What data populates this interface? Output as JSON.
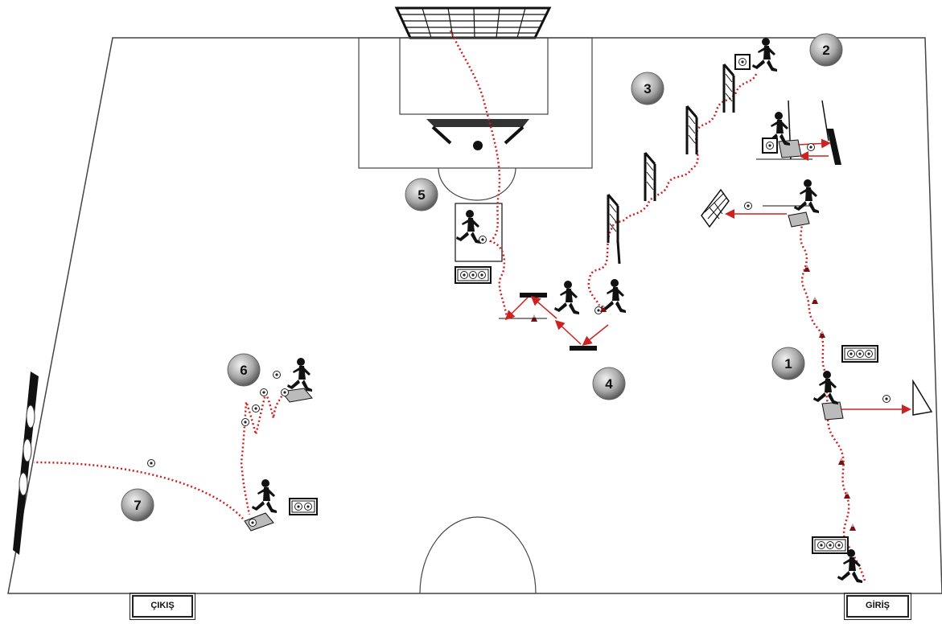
{
  "stations": [
    {
      "number": "1"
    },
    {
      "number": "2"
    },
    {
      "number": "3"
    },
    {
      "number": "4"
    },
    {
      "number": "5"
    },
    {
      "number": "6"
    },
    {
      "number": "7"
    }
  ],
  "gates": {
    "entry_label": "GİRİŞ",
    "exit_label": "ÇIKIŞ"
  },
  "ball_glyph": "⚽",
  "colors": {
    "path": "#cc2222",
    "arrow": "#cc2222",
    "line": "#222222",
    "station_badge": "#8a8a8a",
    "player": "#111111"
  }
}
